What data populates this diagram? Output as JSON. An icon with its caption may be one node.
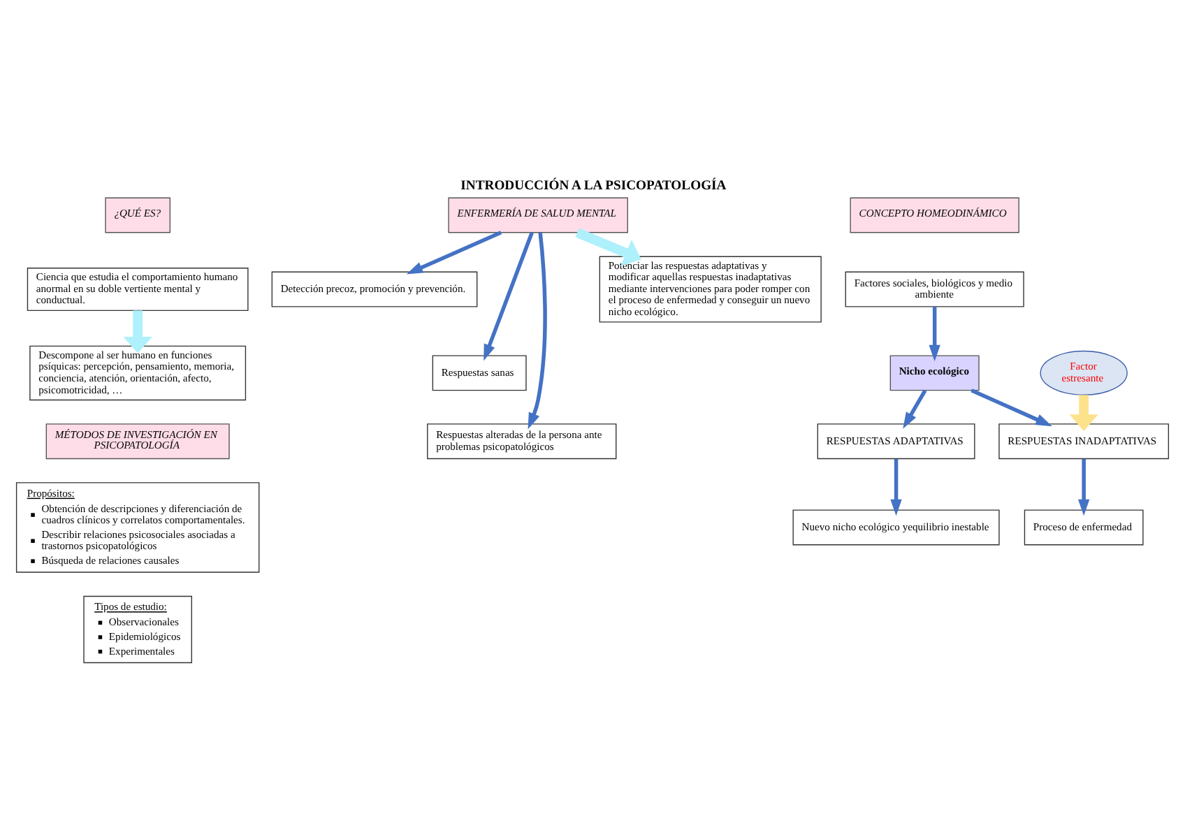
{
  "diagram": {
    "title": "INTRODUCCIÓN A LA PSICOPATOLOGÍA",
    "nodes": [
      {
        "text": [
          "¿QUÉ ES?"
        ]
      },
      {
        "text": [
          "Ciencia que estudia el comportamiento humano anormal en su doble vertiente mental y conductual."
        ]
      },
      {
        "text": [
          "Descompone al ser humano en funciones psíquicas: percepción, pensamiento, memoria, conciencia, atención, orientación, afecto, psicomotricidad, …"
        ]
      },
      {
        "text": [
          "ENFERMERÍA DE SALUD MENTAL"
        ]
      },
      {
        "text": [
          "Detección precoz, promoción y prevención."
        ]
      },
      {
        "text": [
          "Respuestas sanas"
        ]
      },
      {
        "text": [
          "Respuestas alteradas de la persona ante problemas psicopatológicos"
        ]
      },
      {
        "text": [
          "Potenciar las respuestas adaptativas y modificar aquellas respuestas inadaptativas mediante intervenciones para poder romper con el proceso de enfermedad y conseguir un nuevo nicho ecológico."
        ]
      },
      {
        "text": [
          "MÉTODOS DE INVESTIGACIÓN EN PSICOPATOLOGÍA"
        ]
      },
      {
        "text": [
          "Propósitos:",
          "Obtención de descripciones y diferenciación de cuadros clínicos y correlatos comportamentales.",
          "Describir relaciones psicosociales asociadas a trastornos psicopatológicos",
          "Búsqueda de relaciones causales"
        ]
      },
      {
        "text": [
          "Tipos de estudio:",
          "Observacionales",
          "Epidemiológicos",
          "Experimentales"
        ]
      },
      {
        "text": [
          "CONCEPTO HOMEODINÁMICO"
        ]
      },
      {
        "text": [
          "Factores sociales, biológicos y medio ambiente"
        ]
      },
      {
        "text": [
          "Nicho ecológico"
        ]
      },
      {
        "text": [
          "Factor estresante"
        ]
      },
      {
        "text": [
          "RESPUESTAS ADAPTATIVAS"
        ]
      },
      {
        "text": [
          "RESPUESTAS INADAPTATIVAS"
        ]
      },
      {
        "text": [
          "Nuevo nicho ecológico yequilibrio inestable"
        ]
      },
      {
        "text": [
          "Proceso de enfermedad"
        ]
      }
    ],
    "edges": [
      {
        "from": 1,
        "to": 2,
        "arrow": "to",
        "style": "thick",
        "color": "#aef0fc"
      },
      {
        "from": 3,
        "to": 4,
        "arrow": "to"
      },
      {
        "from": 3,
        "to": 5,
        "arrow": "to"
      },
      {
        "from": 3,
        "to": 6,
        "arrow": "to"
      },
      {
        "from": 3,
        "to": 7,
        "arrow": "to",
        "style": "thick",
        "color": "#aef0fc"
      },
      {
        "from": 12,
        "to": 13,
        "arrow": "to"
      },
      {
        "from": 13,
        "to": 15,
        "arrow": "to"
      },
      {
        "from": 13,
        "to": 16,
        "arrow": "to"
      },
      {
        "from": 14,
        "to": 16,
        "arrow": "to",
        "style": "thick",
        "color": "#fde28c"
      },
      {
        "from": 15,
        "to": 17,
        "arrow": "to"
      },
      {
        "from": 16,
        "to": 18,
        "arrow": "to"
      }
    ]
  }
}
